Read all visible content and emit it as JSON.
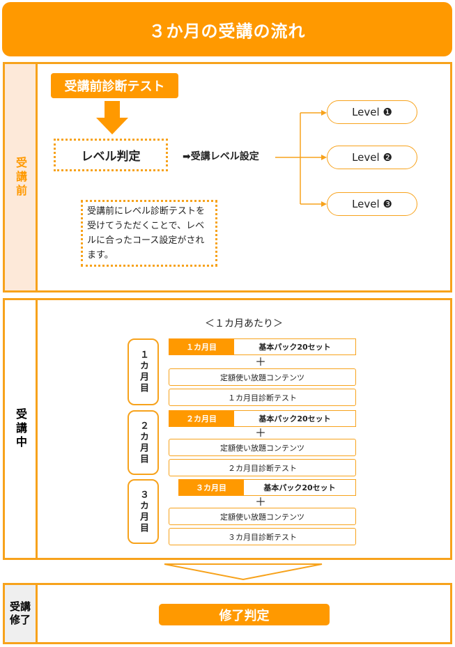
{
  "title": "３か月の受講の流れ",
  "pre": {
    "side_label": "受講前",
    "diagnostic_test": "受講前診断テスト",
    "level_judgement": "レベル判定",
    "level_setting": "➡受講レベル設定",
    "levels": [
      "Level ❶",
      "Level ❷",
      "Level ❸"
    ],
    "note": "受講前にレベル診断テストを受けてうただくことで、レベルに合ったコース設定がされます。"
  },
  "during": {
    "side_label": "受講中",
    "per_month": "＜１カ月あたり＞",
    "months": [
      {
        "label": "１カ月目",
        "tag": "１カ月目",
        "pack": "基本パック20セット",
        "plus": "＋",
        "unlimited": "定額使い放題コンテンツ",
        "test": "１カ月目診断テスト"
      },
      {
        "label": "２カ月目",
        "tag": "２カ月目",
        "pack": "基本パック20セット",
        "plus": "＋",
        "unlimited": "定額使い放題コンテンツ",
        "test": "２カ月目診断テスト"
      },
      {
        "label": "３カ月目",
        "tag": "３カ月目",
        "pack": "基本パック20セット",
        "plus": "＋",
        "unlimited": "定額使い放題コンテンツ",
        "test": "３カ月目診断テスト"
      }
    ]
  },
  "complete": {
    "side_label_1": "受講",
    "side_label_2": "修了",
    "judgement": "修了判定"
  },
  "colors": {
    "accent": "#FF9900",
    "border": "#F7A21B",
    "side_pre": "#FDE9D9",
    "side_complete": "#EFEFEF"
  }
}
